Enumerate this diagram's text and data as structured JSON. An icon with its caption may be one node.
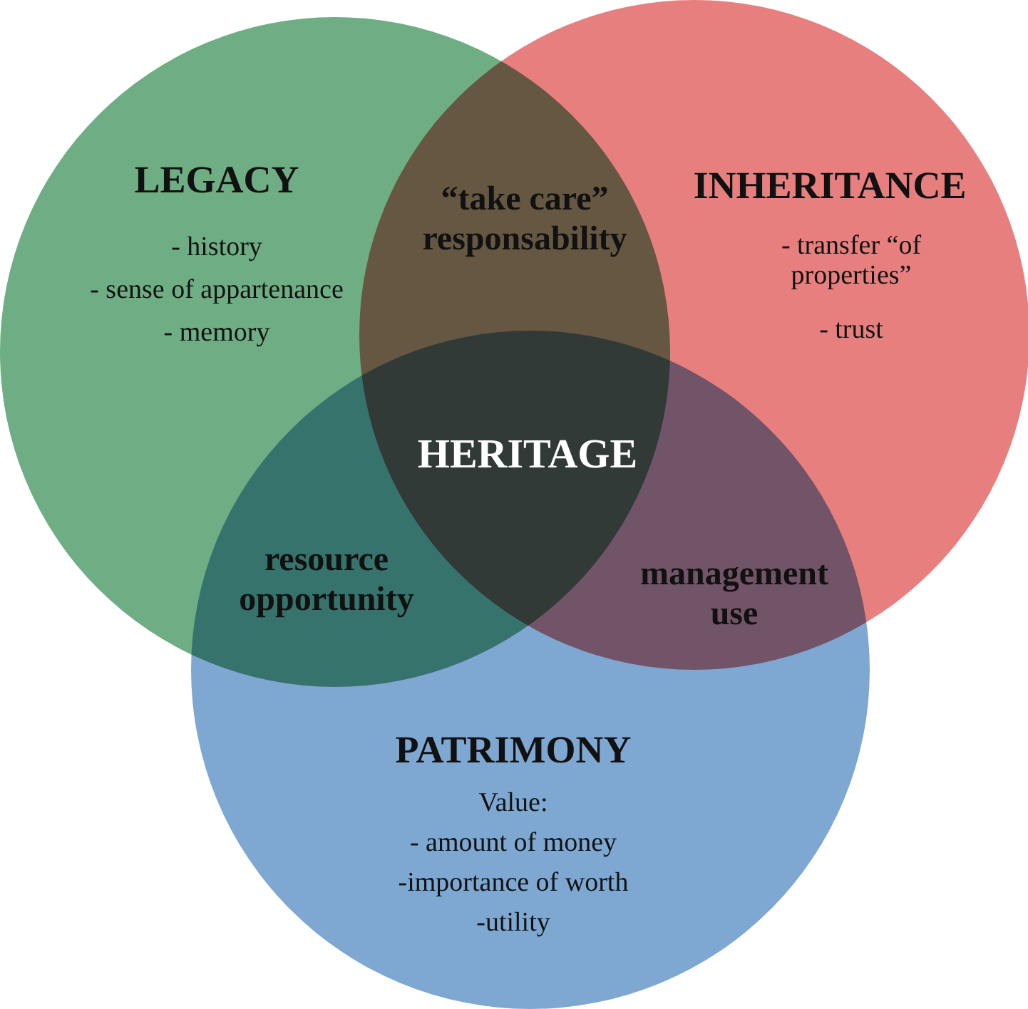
{
  "diagram": {
    "nodes": [
      {
        "text": [
          "LEGACY",
          "- history",
          "- sense of appartenance",
          "- memory"
        ]
      },
      {
        "text": [
          "INHERITANCE",
          "- transfer “of properties”",
          "- trust"
        ]
      },
      {
        "text": [
          "PATRIMONY",
          "Value:",
          "- amount of money",
          "-importance of worth",
          "-utility"
        ]
      }
    ],
    "labels": [
      "“take care” responsability",
      "HERITAGE",
      "resource opportunity",
      "management use"
    ]
  }
}
